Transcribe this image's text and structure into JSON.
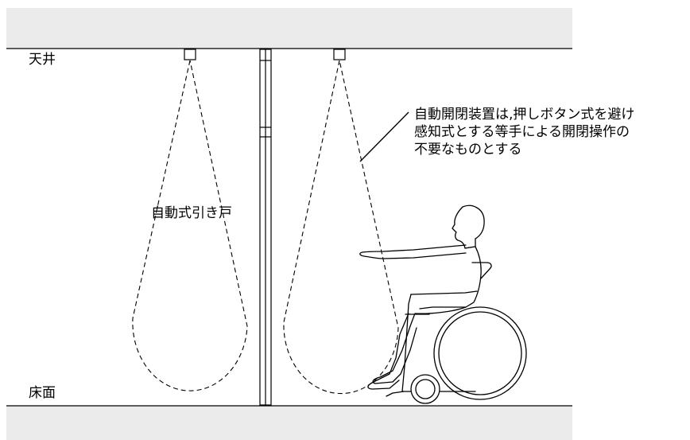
{
  "diagram": {
    "labels": {
      "ceiling": "天井",
      "floor": "床面",
      "door": "自動式引き戸"
    },
    "note": {
      "lines": [
        "自動開閉装置は,押しボタン式を避け",
        "感知式とする等手による開閉操作の",
        "不要なものとする"
      ]
    },
    "colors": {
      "ceiling_fill": "#ebebeb",
      "floor_fill": "#ebebeb",
      "line": "#000000"
    }
  }
}
